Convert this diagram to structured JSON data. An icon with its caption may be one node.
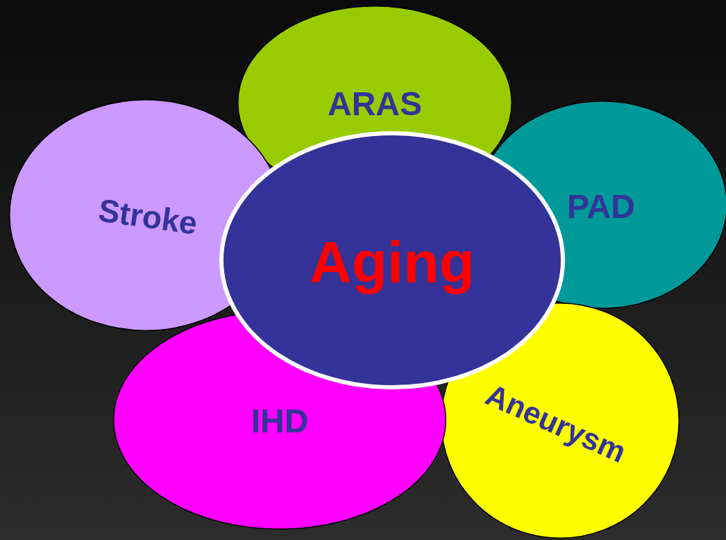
{
  "diagram": {
    "nodes": [
      {
        "text": [
          "ARAS"
        ]
      },
      {
        "text": [
          "Stroke"
        ]
      },
      {
        "text": [
          "PAD"
        ]
      },
      {
        "text": [
          "Aging"
        ]
      },
      {
        "text": [
          "IHD"
        ]
      },
      {
        "text": [
          "Aneurysm"
        ]
      }
    ]
  }
}
